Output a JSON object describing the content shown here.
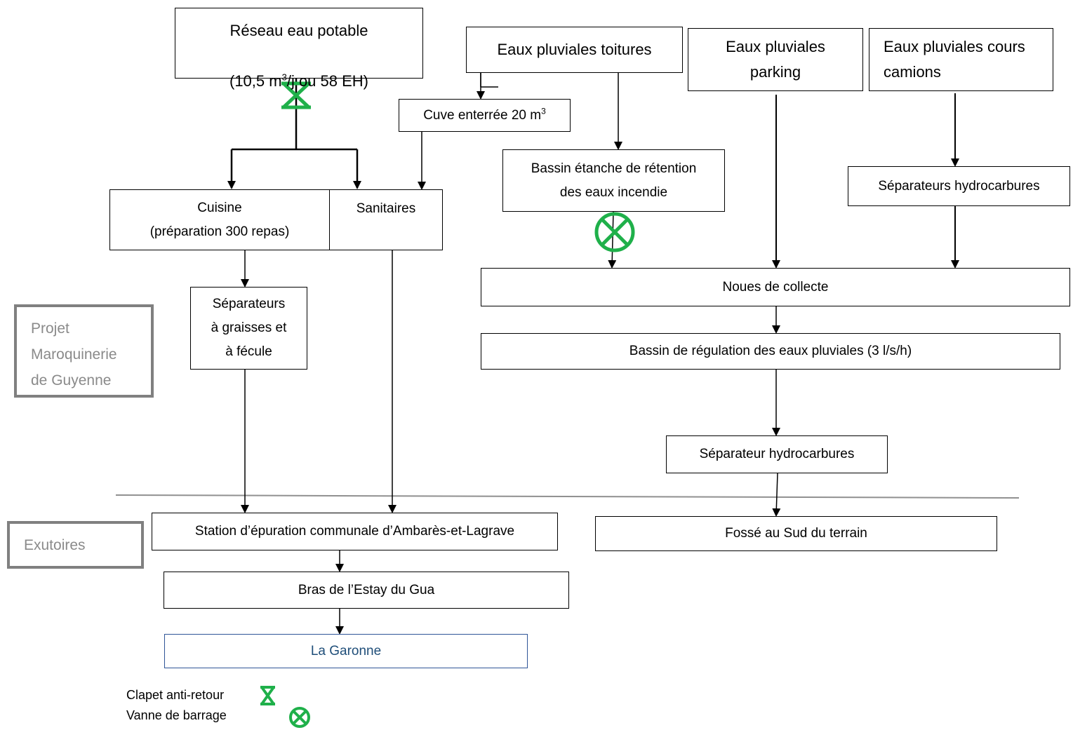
{
  "nodes": {
    "reseau": {
      "line1": "Réseau eau potable",
      "line2_pre": "(10,5 m",
      "line2_sup": "3",
      "line2_post": "/j ou 58 EH)"
    },
    "toitures": "Eaux pluviales toitures",
    "parking": "Eaux pluviales\nparking",
    "cours": "Eaux pluviales cours\ncamions",
    "cuve": {
      "text": "Cuve enterrée 20 m",
      "sup": "3"
    },
    "bassin_etanche": "Bassin étanche de rétention\ndes eaux incendie",
    "separateurs_hc": "Séparateurs hydrocarbures",
    "cuisine": "Cuisine\n(préparation 300 repas)",
    "sanitaires": "Sanitaires",
    "noues": "Noues de collecte",
    "separateurs_graisses": "Séparateurs\nà graisses et\nà fécule",
    "bassin_regulation": "Bassin de régulation des eaux pluviales (3 l/s/h)",
    "separateur_hc": "Séparateur hydrocarbures",
    "station": "Station d’épuration communale d’Ambarès-et-Lagrave",
    "fosse": "Fossé au Sud du terrain",
    "bras": "Bras de l’Estay du Gua",
    "garonne": "La Garonne"
  },
  "zones": {
    "projet": "Projet\nMaroquinerie\nde Guyenne",
    "exutoires": "Exutoires"
  },
  "legend": {
    "clapet": "Clapet anti-retour",
    "vanne": "Vanne de barrage"
  },
  "colors": {
    "symbol_green": "#1fb04a",
    "garonne_text": "#1f4e79",
    "garonne_border": "#2f5597",
    "zone_border": "#808080",
    "divider": "#909090"
  }
}
